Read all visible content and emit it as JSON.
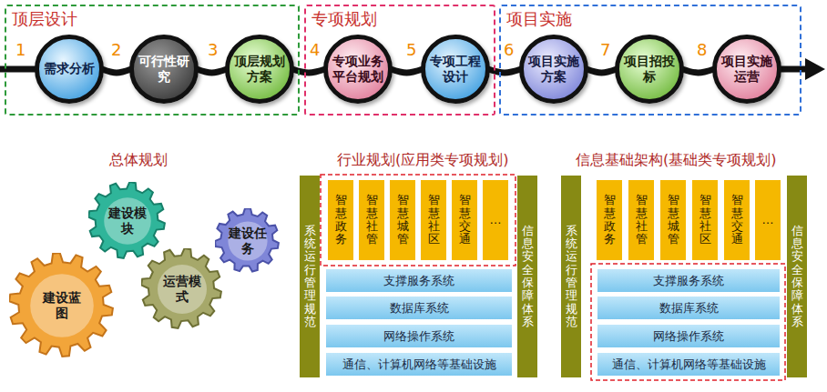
{
  "diagram": {
    "nodes": [
      {
        "text": [
          "顶层设计"
        ]
      },
      {
        "text": [
          "需求分析"
        ],
        "in": 0
      },
      {
        "text": [
          "可行性研究"
        ],
        "in": 0
      },
      {
        "text": [
          "顶层规划方案"
        ],
        "in": 0
      },
      {
        "text": [
          "专项规划"
        ]
      },
      {
        "text": [
          "专项业务平台规划"
        ],
        "in": 4
      },
      {
        "text": [
          "专项工程设计"
        ],
        "in": 4
      },
      {
        "text": [
          "项目实施"
        ]
      },
      {
        "text": [
          "项目实施方案"
        ],
        "in": 7
      },
      {
        "text": [
          "项目招投标"
        ],
        "in": 7
      },
      {
        "text": [
          "项目实施运营"
        ],
        "in": 7
      },
      {
        "text": [
          "建设模块"
        ]
      },
      {
        "text": [
          "建设任务"
        ]
      },
      {
        "text": [
          "运营模式"
        ]
      },
      {
        "text": [
          "建设蓝图"
        ]
      },
      {
        "text": [
          "系统运行管理规范"
        ]
      },
      {
        "text": [
          "智慧政务"
        ]
      },
      {
        "text": [
          "智慧社管"
        ]
      },
      {
        "text": [
          "智慧城管"
        ]
      },
      {
        "text": [
          "智慧社区"
        ]
      },
      {
        "text": [
          "智慧交通"
        ]
      },
      {
        "text": [
          "…"
        ]
      },
      {
        "text": [
          "信息安全保障体系"
        ]
      },
      {
        "text": [
          "支撑服务系统"
        ]
      },
      {
        "text": [
          "数据库系统"
        ]
      },
      {
        "text": [
          "网络操作系统"
        ]
      },
      {
        "text": [
          "通信、计算机网络等基础设施"
        ]
      },
      {
        "text": [
          "系统运行管理规范"
        ]
      },
      {
        "text": [
          "智慧政务"
        ]
      },
      {
        "text": [
          "智慧社管"
        ]
      },
      {
        "text": [
          "智慧城管"
        ]
      },
      {
        "text": [
          "智慧社区"
        ]
      },
      {
        "text": [
          "智慧交通"
        ]
      },
      {
        "text": [
          "…"
        ]
      },
      {
        "text": [
          "信息安全保障体系"
        ]
      },
      {
        "text": [
          "支撑服务系统"
        ]
      },
      {
        "text": [
          "数据库系统"
        ]
      },
      {
        "text": [
          "网络操作系统"
        ]
      },
      {
        "text": [
          "通信、计算机网络等基础设施"
        ]
      }
    ],
    "edges": [
      {
        "from": 1,
        "to": 2,
        "arrow": "none"
      },
      {
        "from": 2,
        "to": 3,
        "arrow": "none"
      },
      {
        "from": 3,
        "to": 5,
        "arrow": "none"
      },
      {
        "from": 5,
        "to": 6,
        "arrow": "none"
      },
      {
        "from": 6,
        "to": 8,
        "arrow": "none"
      },
      {
        "from": 8,
        "to": 9,
        "arrow": "none"
      },
      {
        "from": 9,
        "to": 10,
        "arrow": "none"
      }
    ],
    "labels": [
      "1",
      "2",
      "3",
      "4",
      "5",
      "6",
      "7",
      "8",
      "总体规划",
      "行业规划(应用类专项规划)",
      "信息基础架构(基础类专项规划)"
    ]
  }
}
